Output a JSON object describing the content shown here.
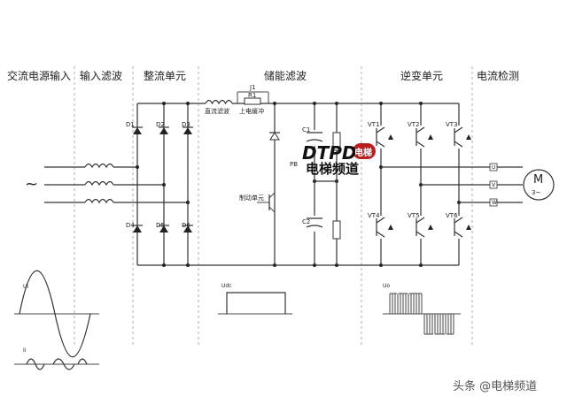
{
  "sections": {
    "ac_input": "交流电源输入",
    "input_filter": "输入滤波",
    "rectifier": "整流单元",
    "energy_storage": "储能滤波",
    "inverter": "逆变单元",
    "current_detect": "电流检测"
  },
  "labels": {
    "dc_filter": "直流滤波",
    "j1": "J1",
    "r1": "R1",
    "power_buffer": "上电缓冲",
    "pb": "PB",
    "brake_unit": "制动单元",
    "c1": "C1",
    "c2": "C2",
    "motor_m": "M",
    "motor_phase": "3~",
    "ct_u": "U",
    "ct_v": "V",
    "ct_w": "W",
    "ac_symbol": "~"
  },
  "diodes": [
    "D1",
    "D2",
    "D3",
    "D4",
    "D5",
    "D6"
  ],
  "transistors": [
    "VT1",
    "VT2",
    "VT3",
    "VT4",
    "VT5",
    "VT6"
  ],
  "waveforms": {
    "ui": "Ui",
    "ii": "Ii",
    "udc": "Udc",
    "uo": "Uo"
  },
  "logo": {
    "brand": "DTPD",
    "brand_cn": "电梯",
    "channel": "电梯频道"
  },
  "watermark": "头条 @电梯频道"
}
